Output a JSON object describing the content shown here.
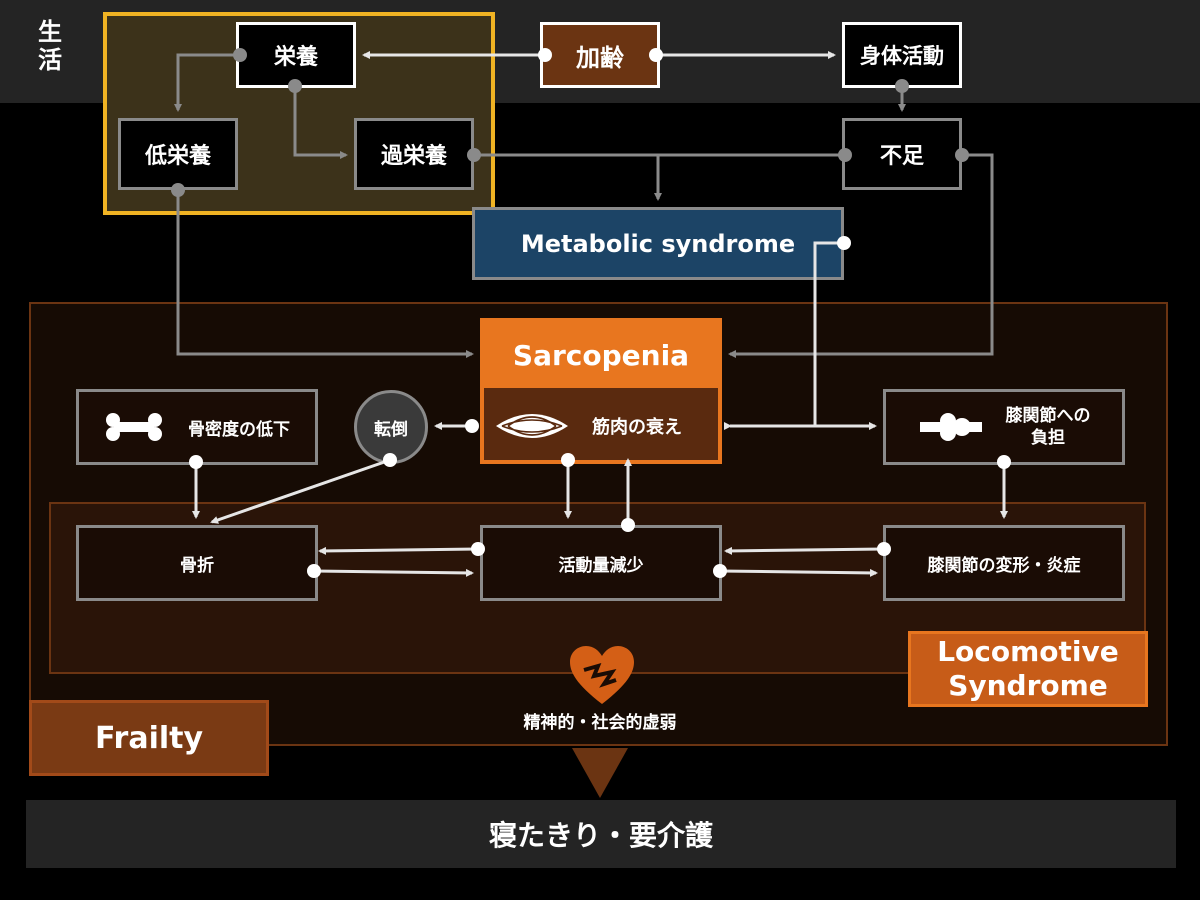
{
  "lifestyle": {
    "label_line1": "生",
    "label_line2": "活"
  },
  "nodes": {
    "nutrition": "栄養",
    "aging": "加齢",
    "physical_activity": "身体活動",
    "undernutrition": "低栄養",
    "overnutrition": "過栄養",
    "shortage": "不足",
    "metabolic_syndrome": "Metabolic syndrome",
    "sarcopenia": "Sarcopenia",
    "muscle_decline": "筋肉の衰え",
    "bone_density": "骨密度の低下",
    "fall": "転倒",
    "knee_burden_line1": "膝関節への",
    "knee_burden_line2": "負担",
    "fracture": "骨折",
    "reduced_activity": "活動量減少",
    "knee_deformation": "膝関節の変形・炎症",
    "mental_social": "精神的・社会的虚弱",
    "frailty": "Frailty",
    "locomotive_line1": "Locomotive",
    "locomotive_line2": "Syndrome",
    "bedridden": "寝たきり・要介護"
  },
  "colors": {
    "group_border": "#f0b323",
    "aging_fill": "#6b3412",
    "metabolic_fill": "#1c4466",
    "sarcopenia_accent": "#e8761f",
    "frailty_badge": "#7a3a14",
    "locomotive_badge": "#c75c18",
    "arrow_white": "#e6e6e6",
    "arrow_gray": "#8a8a8a"
  },
  "icons": [
    "bone-icon",
    "muscle-icon",
    "knee-joint-icon",
    "broken-heart-icon"
  ]
}
